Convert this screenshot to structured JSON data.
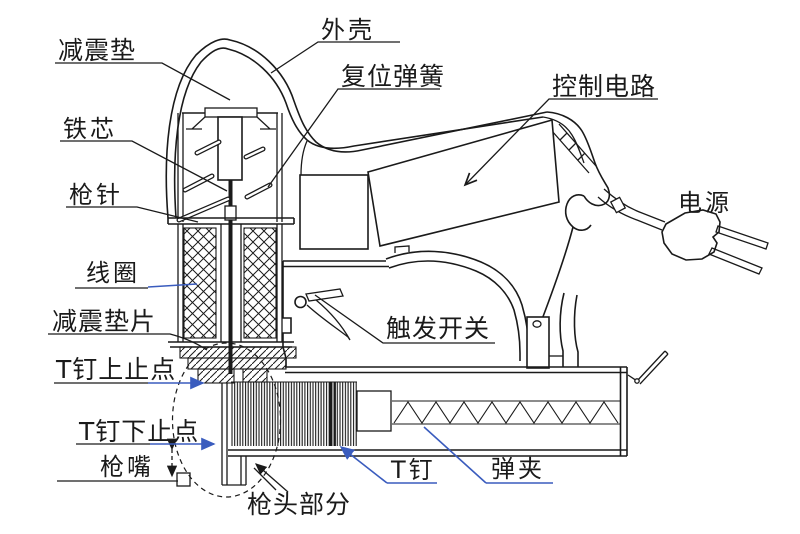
{
  "diagram": {
    "labels": {
      "shock_pad": "减震垫",
      "outer_shell": "外壳",
      "return_spring": "复位弹簧",
      "control_circuit": "控制电路",
      "iron_core": "铁芯",
      "gun_pin": "枪针",
      "power_supply": "电源",
      "coil": "线圈",
      "shock_washer": "减震垫片",
      "t_nail_upper_stop": "T钉上止点",
      "t_nail_lower_stop": "T钉下止点",
      "gun_nozzle": "枪嘴",
      "gun_head_section": "枪头部分",
      "t_nail": "T钉",
      "magazine": "弹夹",
      "trigger_switch": "触发开关"
    },
    "colors": {
      "line": "#1a1a1a",
      "leader_blue": "#3a5cbe",
      "background": "#ffffff"
    }
  }
}
